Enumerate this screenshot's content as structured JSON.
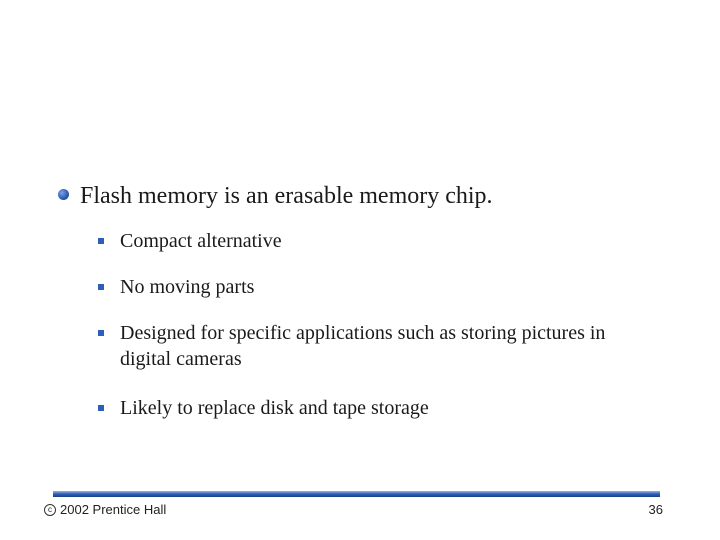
{
  "slide": {
    "main_bullet": "Flash memory is an erasable memory chip.",
    "sub_bullets": [
      "Compact alternative",
      "No moving parts",
      "Designed for specific applications such as storing pictures in digital cameras",
      "Likely to replace disk and tape storage"
    ]
  },
  "footer": {
    "copyright_symbol": "c",
    "copyright_text": "2002 Prentice Hall",
    "page_number": "36"
  },
  "colors": {
    "accent": "#2d5fb8",
    "text": "#1a1a1a"
  },
  "icons": {
    "main_bullet": "round-bullet-icon",
    "sub_bullet": "square-bullet-icon",
    "copyright": "copyright-icon"
  }
}
